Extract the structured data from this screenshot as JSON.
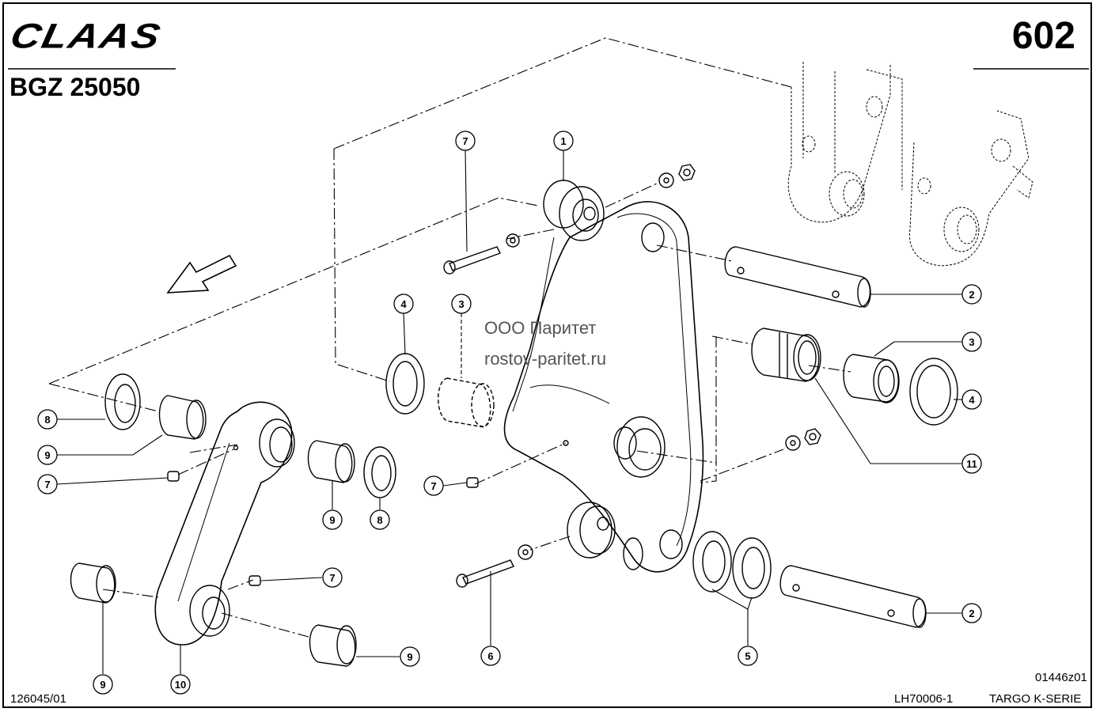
{
  "header": {
    "brand": "CLAAS",
    "model": "BGZ 25050",
    "page_number": "602"
  },
  "footer": {
    "left_code": "126045/01",
    "drawing_code": "01446z01",
    "reference": "LH70006-1",
    "series": "TARGO K-SERIE"
  },
  "watermark": {
    "line1": "ООО Паритет",
    "line2": "rostov-paritet.ru"
  },
  "callouts": [
    "1",
    "2",
    "3",
    "4",
    "5",
    "6",
    "7",
    "8",
    "9",
    "10",
    "11"
  ]
}
